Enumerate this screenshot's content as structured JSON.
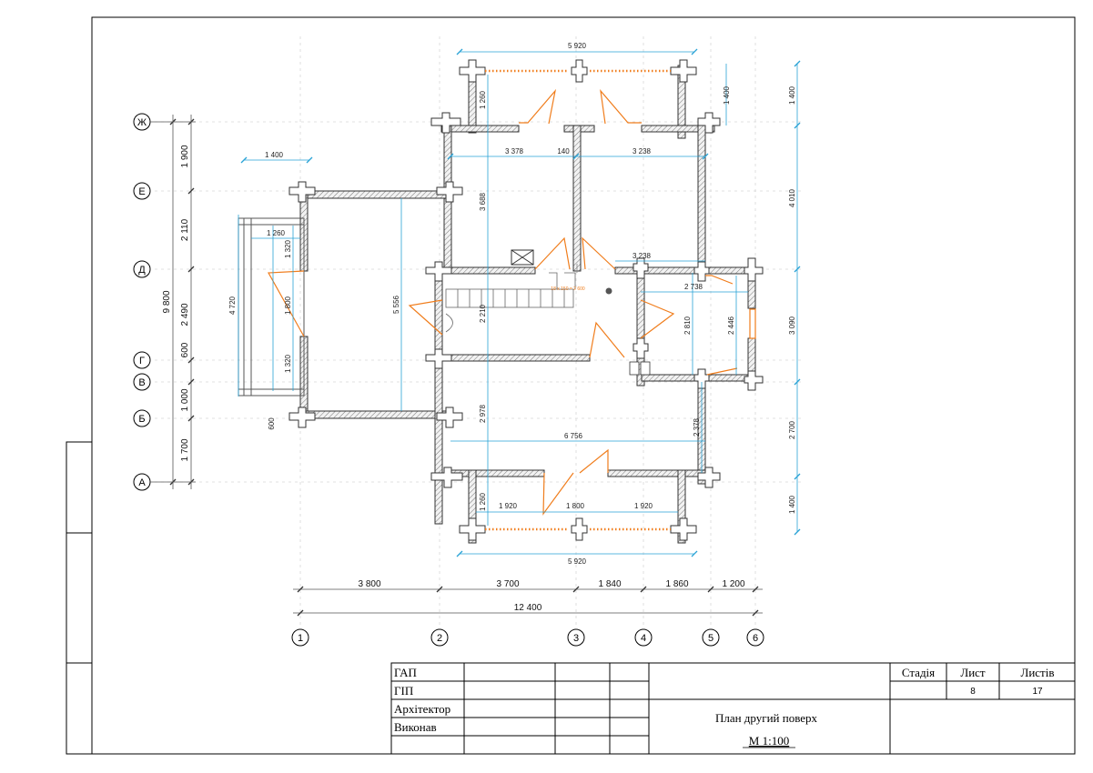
{
  "axes": {
    "rows": [
      "Ж",
      "Е",
      "Д",
      "Г",
      "В",
      "Б",
      "А"
    ],
    "cols": [
      "1",
      "2",
      "3",
      "4",
      "5",
      "6"
    ]
  },
  "dims": {
    "top_overall": "5 920",
    "bottom_overall": "5 920",
    "top_room_left": "3 378",
    "top_partition": "140",
    "top_room_right": "3 238",
    "mid_right_room": "3 238",
    "stair_label": "18 x 150 = 2 600",
    "right_room_2738": "2 738",
    "right_room_2810": "2 810",
    "right_room_2446": "2 446",
    "left_room_3688": "3 688",
    "left_room_5556": "5 556",
    "center_2210": "2 210",
    "lower_2978": "2 978",
    "lower_6756": "6 756",
    "lower_2378": "2 378",
    "bottom_1920_left": "1 920",
    "bottom_1800": "1 800",
    "bottom_1920_right": "1 920",
    "bay_top_1260": "1 260",
    "bay_bottom_1260": "1 260",
    "bay_top_1400": "1 400",
    "left_1400": "1 400",
    "left_1260": "1 260",
    "left_1320_top": "1 320",
    "left_1800": "1 800",
    "left_1320_bottom": "1 320",
    "left_4720": "4 720",
    "left_600": "600",
    "chain_bottom": [
      "3 800",
      "3 700",
      "1 840",
      "1 860",
      "1 200"
    ],
    "overall_bottom": "12 400",
    "chain_left": [
      "1 900",
      "2 110",
      "2 490",
      "600",
      "1 000",
      "1 700"
    ],
    "overall_left": "9 800",
    "chain_right": [
      "1 400",
      "4 010",
      "3 090",
      "2 700",
      "1 400"
    ]
  },
  "titleblock": {
    "roles": [
      "ГАП",
      "ГІП",
      "Архітектор",
      "Виконав"
    ],
    "stage_header": "Стадія",
    "sheet_header": "Лист",
    "sheets_header": "Листів",
    "sheet_value": "8",
    "sheets_value": "17",
    "title": "План другий поверх",
    "scale": "М 1:100"
  },
  "colors": {
    "wall": "#555555",
    "dim": "#29a3d6",
    "door": "#f07d1c",
    "frame": "#000000"
  }
}
